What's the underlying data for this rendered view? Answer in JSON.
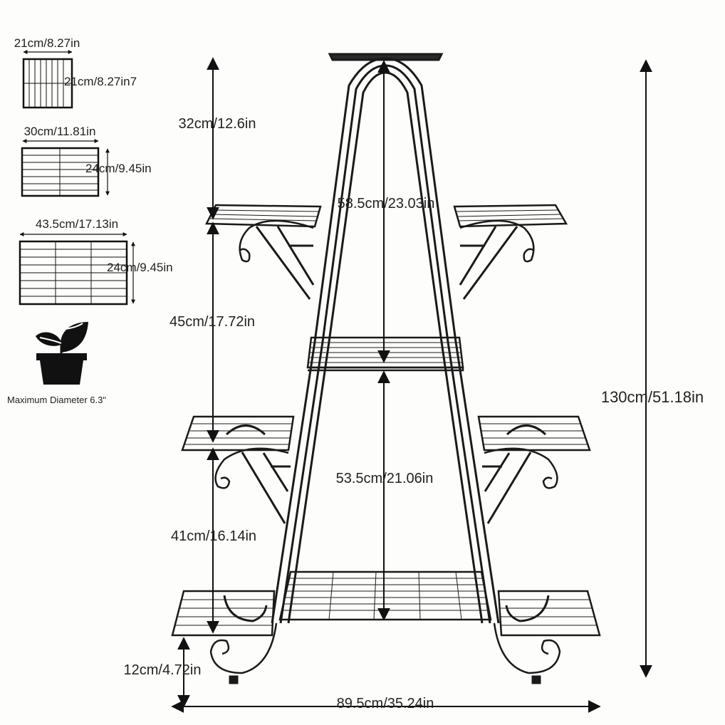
{
  "shelf_sizes": {
    "small": {
      "width_label": "21cm/8.27in",
      "depth_label": "21cm/8.27in7"
    },
    "medium": {
      "width_label": "30cm/11.81in",
      "depth_label": "24cm/9.45in"
    },
    "large": {
      "width_label": "43.5cm/17.13in",
      "depth_label": "24cm/9.45in"
    }
  },
  "pot": {
    "label": "Maximum Diameter 6.3ʺ"
  },
  "dimensions": {
    "top_gap": "32cm/12.6in",
    "upper_gap": "45cm/17.72in",
    "lower_gap": "41cm/16.14in",
    "foot_height": "12cm/4.72in",
    "center_upper": "58.5cm/23.03in",
    "center_lower": "53.5cm/21.06in",
    "total_height": "130cm/51.18in",
    "total_width": "89.5cm/35.24in"
  },
  "colors": {
    "frame": "#1a1a1a",
    "text": "#222222",
    "background": "#fdfdfb"
  }
}
